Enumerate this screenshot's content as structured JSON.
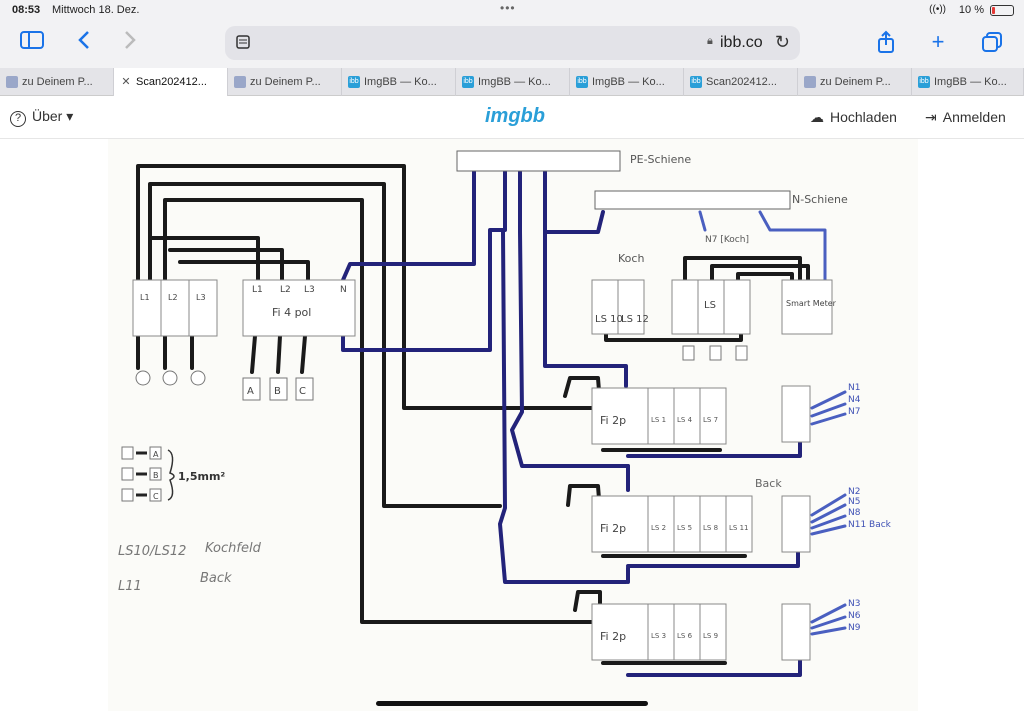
{
  "status": {
    "time": "08:53",
    "date": "Mittwoch 18. Dez.",
    "battery": "10 %"
  },
  "browser": {
    "url": "ibb.co",
    "tabs": [
      {
        "label": "zu Deinem P...",
        "icon": "doc"
      },
      {
        "label": "Scan202412...",
        "icon": "close",
        "active": true
      },
      {
        "label": "zu Deinem P...",
        "icon": "doc"
      },
      {
        "label": "ImgBB — Ko...",
        "icon": "ibb"
      },
      {
        "label": "ImgBB — Ko...",
        "icon": "ibb"
      },
      {
        "label": "ImgBB — Ko...",
        "icon": "ibb"
      },
      {
        "label": "Scan202412...",
        "icon": "ibb"
      },
      {
        "label": "zu Deinem P...",
        "icon": "doc"
      },
      {
        "label": "ImgBB — Ko...",
        "icon": "ibb"
      }
    ]
  },
  "site": {
    "about": "Über",
    "logo": "imgbb",
    "upload": "Hochladen",
    "login": "Anmelden"
  },
  "sketch": {
    "pe_rail": "PE-Schiene",
    "n_rail": "N-Schiene",
    "n7_label": "N7 [Koch]",
    "koch": "Koch",
    "back": "Back",
    "main_breaker_labels": [
      "L1",
      "L2",
      "L3"
    ],
    "fi_main": "Fi 4 pol",
    "fi_main_terminals": [
      "L1",
      "L2",
      "L3",
      "N"
    ],
    "ls10": "LS 10",
    "ls12": "LS 12",
    "ls_mid": "LS",
    "smart": "Smart Meter",
    "phase_tags": [
      "A",
      "B",
      "C"
    ],
    "fi2p": "Fi 2p",
    "row1_ls": [
      "LS 1",
      "LS 4",
      "LS 7"
    ],
    "row2_ls": [
      "LS 2",
      "LS 5",
      "LS 8",
      "LS 11"
    ],
    "row3_ls": [
      "LS 3",
      "LS 6",
      "LS 9"
    ],
    "row1_n": [
      "N1",
      "N4",
      "N7"
    ],
    "row2_n": [
      "N2",
      "N5",
      "N8",
      "N11 Back"
    ],
    "row3_n": [
      "N3",
      "N6",
      "N9"
    ],
    "legend_map": [
      "A",
      "B",
      "C"
    ],
    "legend_cable": "1,5mm²",
    "note1_left": "LS10/LS12",
    "note1_right": "Kochfeld",
    "note2_left": "L11",
    "note2_right": "Back"
  }
}
